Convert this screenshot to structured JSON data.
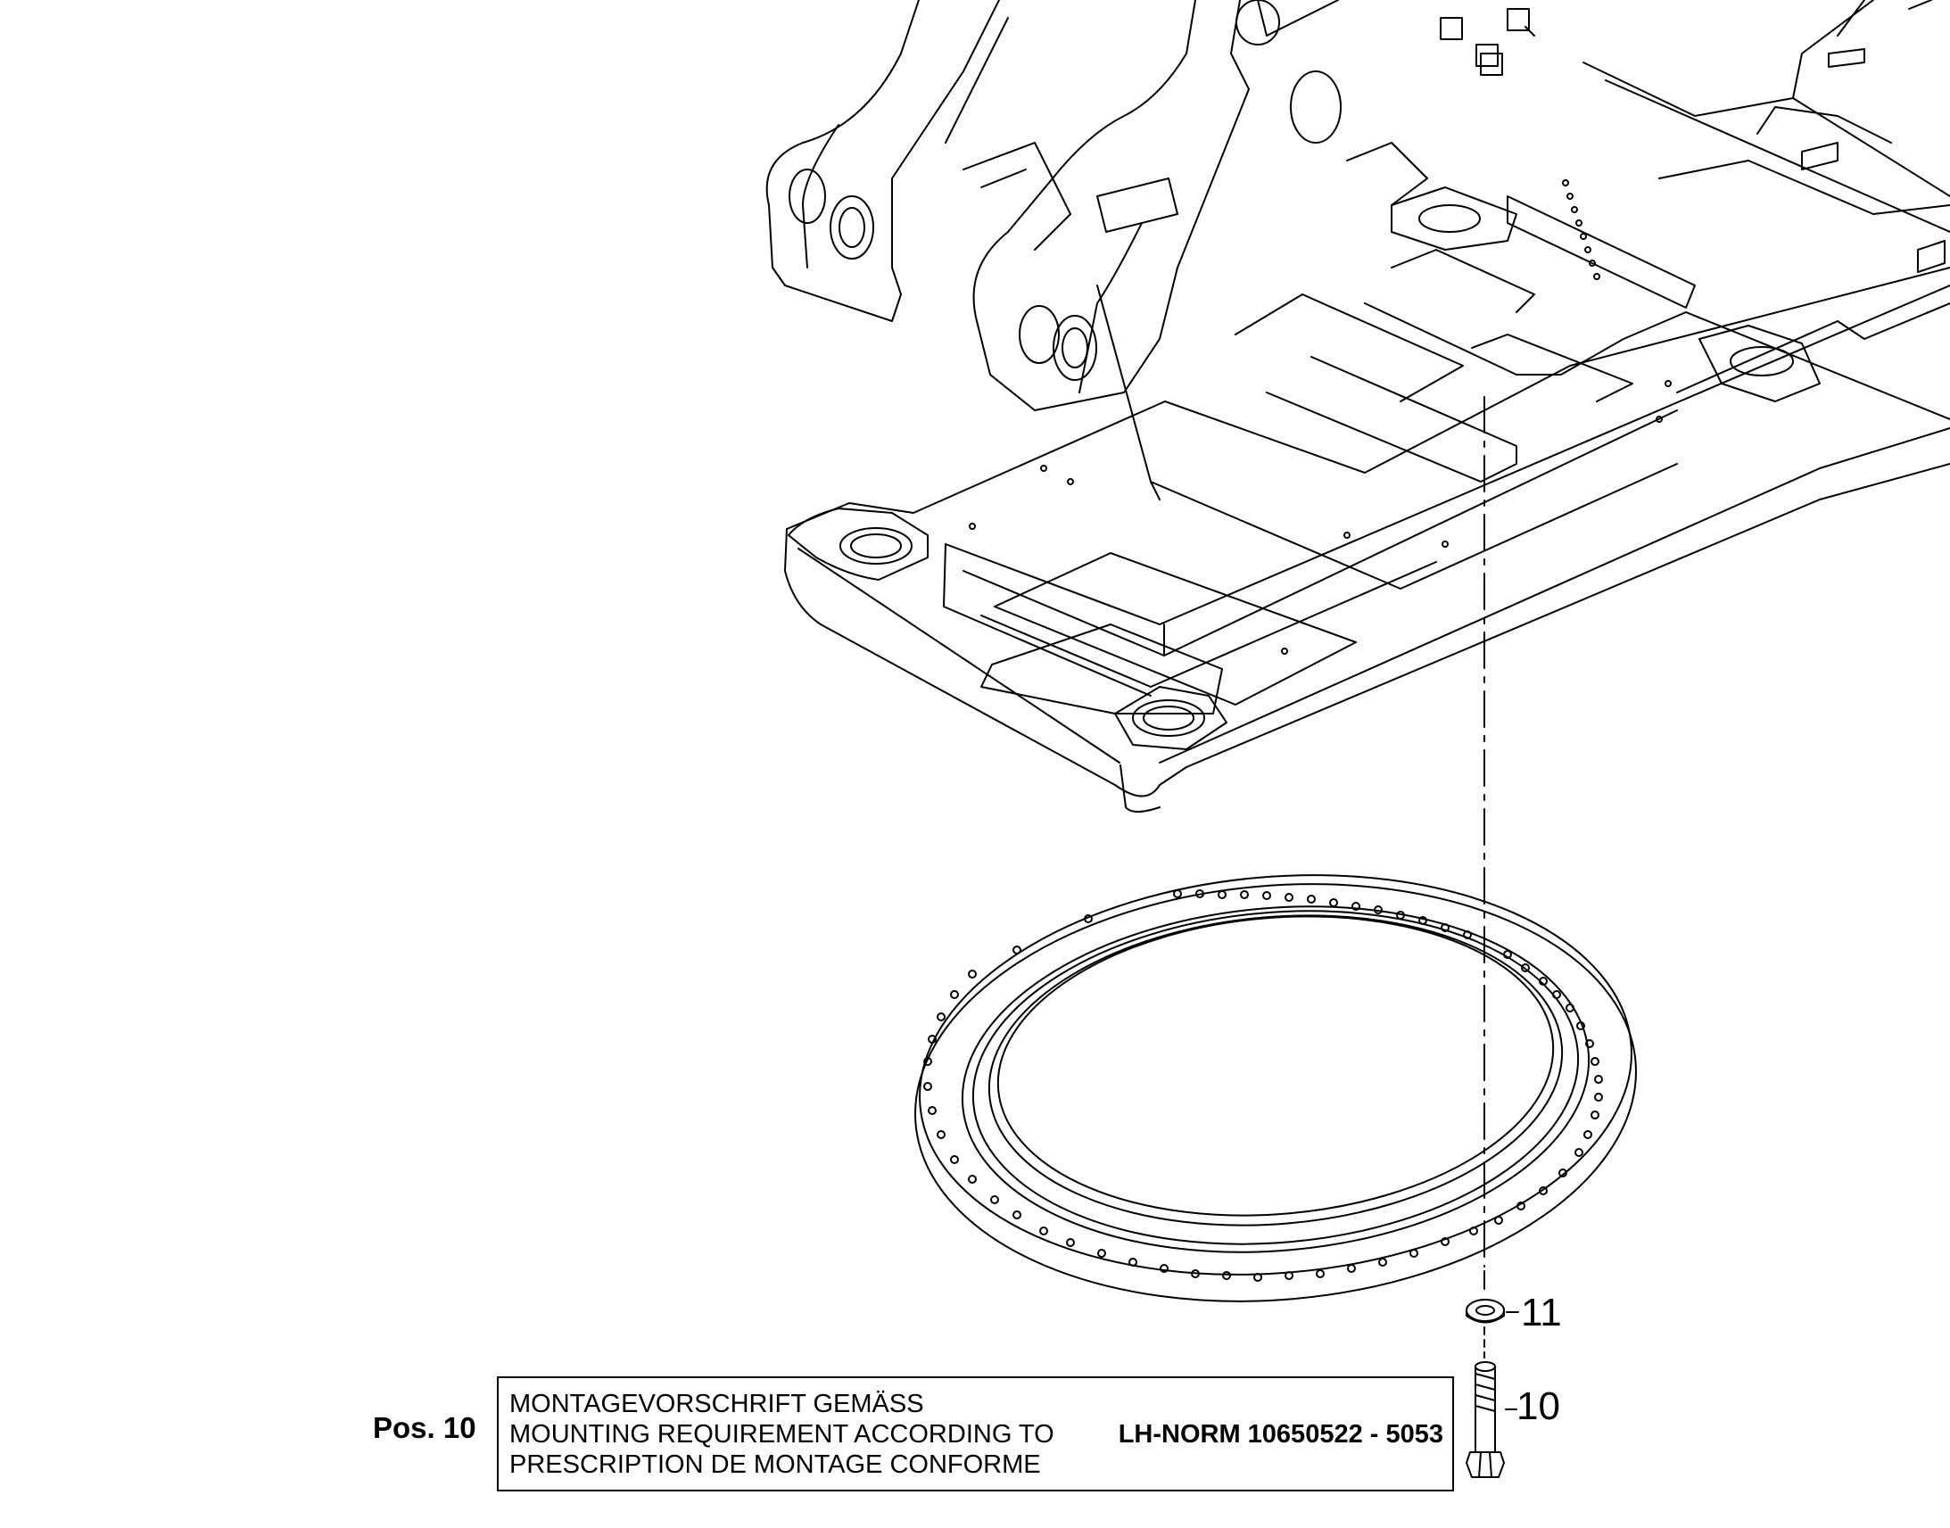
{
  "callouts": {
    "washer_number": "11",
    "bolt_number": "10"
  },
  "note": {
    "pos_label": "Pos. 10",
    "line_de": "MONTAGEVORSCHRIFT GEMÄSS",
    "line_en": "MOUNTING REQUIREMENT ACCORDING TO",
    "line_fr": "PRESCRIPTION DE MONTAGE CONFORME",
    "reference": "LH-NORM 10650522 - 5053"
  },
  "colors": {
    "line": "#000000",
    "background": "#ffffff"
  }
}
